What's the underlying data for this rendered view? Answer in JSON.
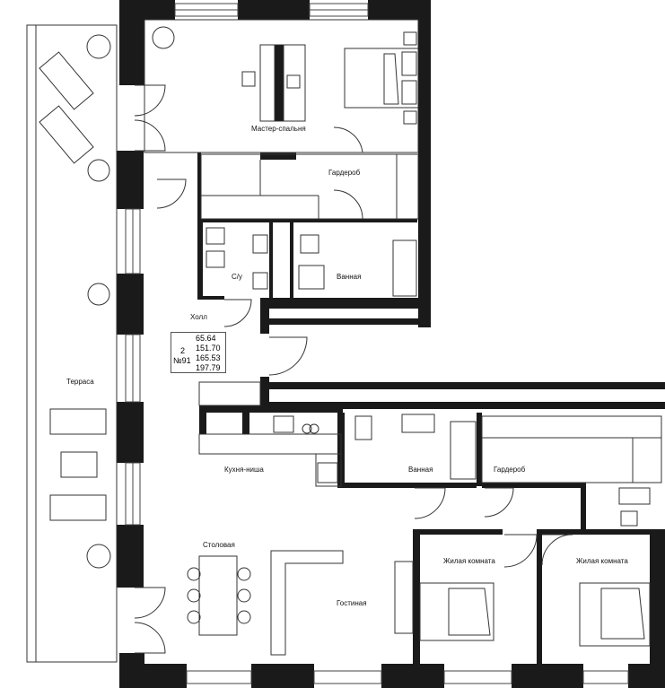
{
  "plan": {
    "rooms": {
      "master_bedroom": "Мастер-спальня",
      "wardrobe_top": "Гардероб",
      "wc": "С/у",
      "bathroom_top": "Ванная",
      "hall": "Холл",
      "terrace": "Терраса",
      "kitchen": "Кухня-ниша",
      "bathroom_mid": "Ванная",
      "wardrobe_mid": "Гардероб",
      "dining": "Столовая",
      "living": "Гостиная",
      "bedroom_1": "Жилая комната",
      "bedroom_2": "Жилая комната"
    },
    "apartment": {
      "rooms_count": "2",
      "number": "№91",
      "areas": [
        "65.64",
        "151.70",
        "165.53",
        "197.79"
      ]
    },
    "colors": {
      "wall": "#1a1a1a",
      "line": "#333333",
      "background": "#ffffff"
    }
  }
}
